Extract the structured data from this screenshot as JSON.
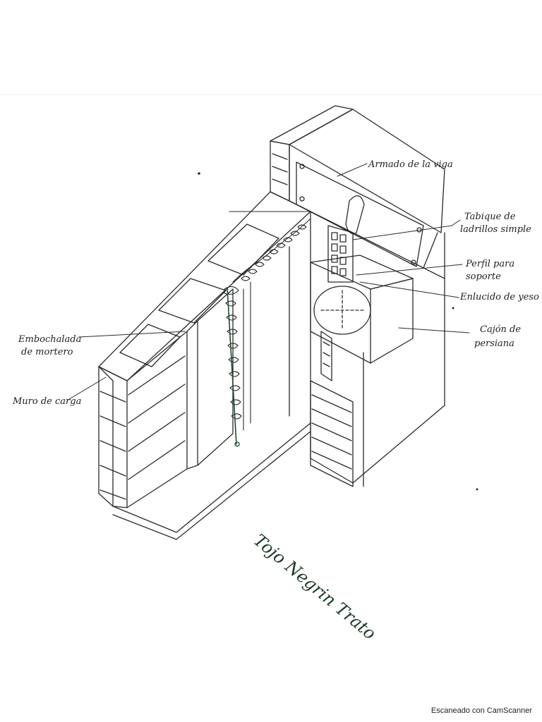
{
  "labels": {
    "armado_viga": "Armado de la viga",
    "tabique_line1": "Tabique de",
    "tabique_line2": "ladrillos simple",
    "perfil_line1": "Perfil para",
    "perfil_line2": "soporte",
    "enlucido": "Enlucido de yeso",
    "cajon_line1": "Cajón de",
    "cajon_line2": "persiana",
    "embochalada_line1": "Embochalada",
    "embochalada_line2": "de mortero",
    "muro": "Muro de carga"
  },
  "handwriting": "Tojo Negrin Trato",
  "watermark": "Escaneado con CamScanner",
  "colors": {
    "paper": "#ffffff",
    "pencil": "#2a2a2a",
    "ink_green": "#1f4a2e"
  }
}
